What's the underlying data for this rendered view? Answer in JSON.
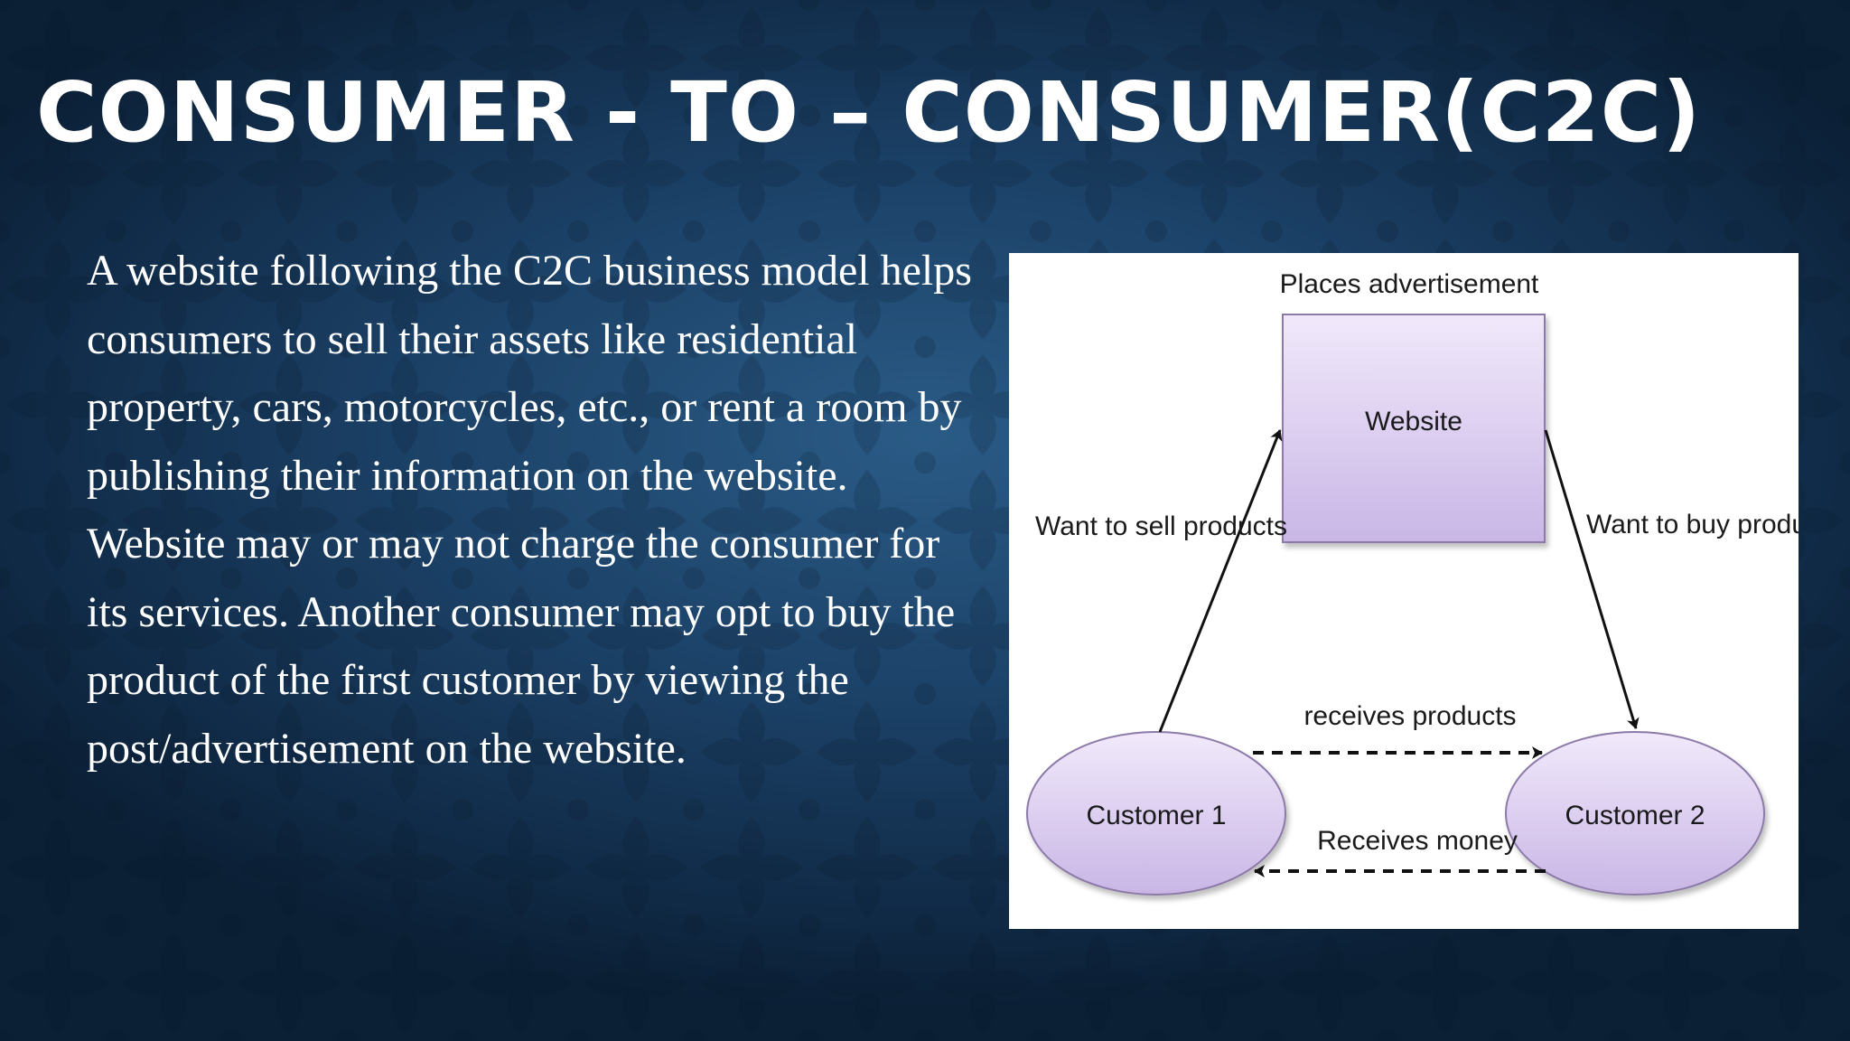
{
  "slide": {
    "title": "CONSUMER - TO – CONSUMER(C2C)",
    "body": "A website following the C2C business model helps consumers to sell their assets like residential property, cars, motorcycles, etc., or rent a room by publishing their information on the website. Website may or may not charge the consumer for its services. Another consumer may opt to buy the product of the first customer by viewing the post/advertisement on the website."
  },
  "diagram": {
    "nodes": {
      "website": "Website",
      "customer1": "Customer 1",
      "customer2": "Customer 2"
    },
    "edges": {
      "places_advertisement": "Places advertisement",
      "want_to_sell": "Want to sell products",
      "want_to_buy": "Want to buy products",
      "receives_products": "receives products",
      "receives_money": "Receives money"
    }
  },
  "colors": {
    "node_fill_top": "#f1e9fb",
    "node_fill_bottom": "#c9b6e6",
    "node_stroke": "#8c7aa8",
    "arrow": "#111111"
  }
}
